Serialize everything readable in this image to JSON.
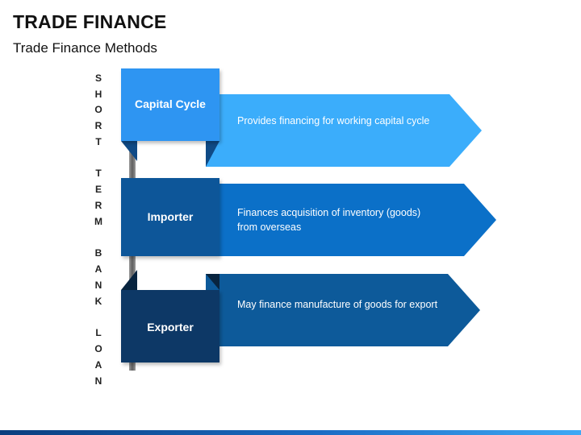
{
  "header": {
    "title": "TRADE FINANCE",
    "subtitle": "Trade Finance Methods"
  },
  "side_label": {
    "letters": [
      "S",
      "H",
      "O",
      "R",
      "T",
      "",
      "T",
      "E",
      "R",
      "M",
      "",
      "B",
      "A",
      "N",
      "K",
      "",
      "L",
      "O",
      "A",
      "N"
    ]
  },
  "methods": [
    {
      "label": "Capital Cycle",
      "description": "Provides financing for working capital cycle",
      "box_color": "#2e95f2",
      "arrow_color": "#3badfb"
    },
    {
      "label": "Importer",
      "description": "Finances acquisition of inventory (goods) from overseas",
      "box_color": "#0f5799",
      "arrow_color": "#0b70c8"
    },
    {
      "label": "Exporter",
      "description": "May finance manufacture of goods for export",
      "box_color": "#0c3966",
      "arrow_color": "#0d5a9a"
    }
  ]
}
